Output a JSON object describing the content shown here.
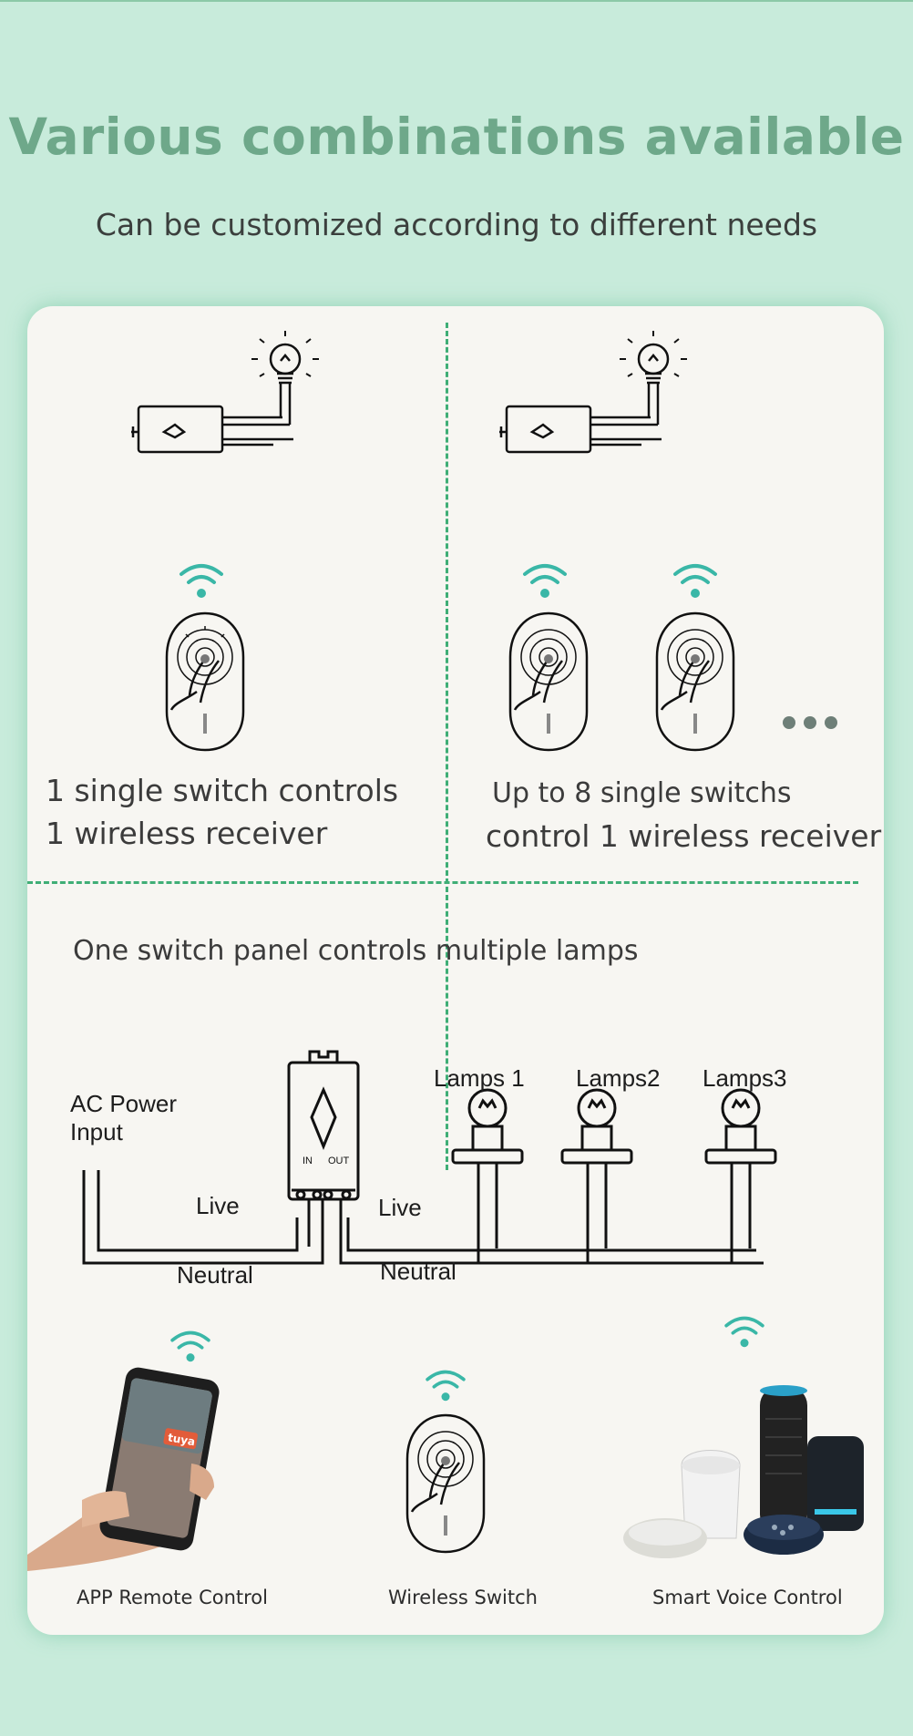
{
  "header": {
    "title": "Various combinations available",
    "subtitle": "Can be customized according to different needs"
  },
  "panels": {
    "single": {
      "line1": "1 single switch controls",
      "line2": "1 wireless receiver"
    },
    "multi": {
      "line1": "Up to 8 single switchs",
      "line2": "control 1 wireless receiver"
    }
  },
  "wiring": {
    "title": "One switch panel controls multiple lamps",
    "ac_power": "AC Power",
    "input": "Input",
    "live_left": "Live",
    "live_right": "Live",
    "neutral_left": "Neutral",
    "neutral_right": "Neutral",
    "terminal_in": "IN",
    "terminal_out": "OUT",
    "lamps": [
      "Lamps 1",
      "Lamps2",
      "Lamps3"
    ]
  },
  "controls": [
    {
      "label": "APP Remote Control",
      "icon": "phone-in-hand-icon"
    },
    {
      "label": "Wireless Switch",
      "icon": "wireless-switch-icon"
    },
    {
      "label": "Smart Voice Control",
      "icon": "smart-speakers-icon"
    }
  ],
  "phone_app": {
    "brand": "tuya"
  },
  "colors": {
    "accent": "#3fae76",
    "wifi": "#3ab7a7",
    "title": "#6ea88a"
  }
}
